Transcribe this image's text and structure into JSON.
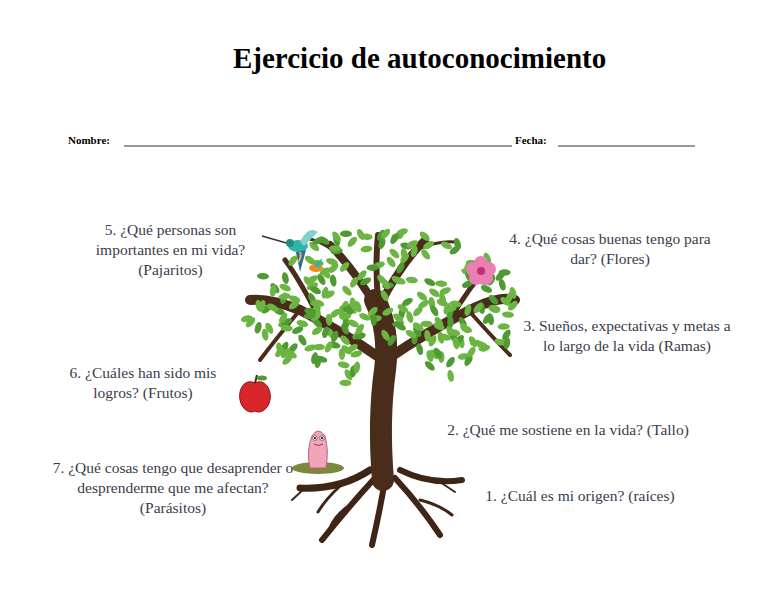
{
  "diagram": {
    "title": "Ejercicio de autoconocimiento",
    "labels": [
      "Nombre:",
      "Fecha:",
      "5. ¿Qué personas son importantes en mi vida? (Pajaritos)",
      "4. ¿Qué cosas buenas tengo para dar? (Flores)",
      "3. Sueños, expectativas y metas a lo largo de la vida (Ramas)",
      "6. ¿Cuáles han sido mis logros? (Frutos)",
      "2. ¿Qué me sostiene en la vida? (Tallo)",
      "7. ¿Qué cosas tengo que desaprender o desprenderme que me afectan? (Parásitos)",
      "1. ¿Cuál es mi origen? (raíces)"
    ]
  }
}
